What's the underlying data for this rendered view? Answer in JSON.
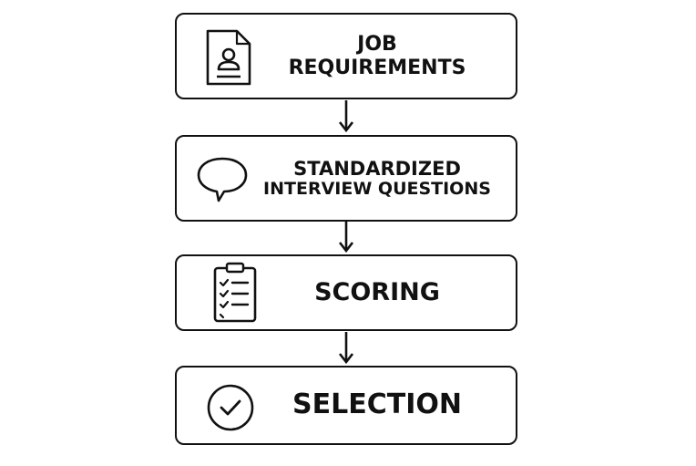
{
  "steps": [
    {
      "lines": [
        "JOB",
        "REQUIREMENTS"
      ],
      "icon": "document-person-icon"
    },
    {
      "lines": [
        "STANDARDIZED",
        "INTERVIEW QUESTIONS"
      ],
      "icon": "speech-bubble-icon"
    },
    {
      "lines": [
        "SCORING"
      ],
      "icon": "clipboard-checklist-icon"
    },
    {
      "lines": [
        "SELECTION"
      ],
      "icon": "check-circle-icon"
    }
  ]
}
